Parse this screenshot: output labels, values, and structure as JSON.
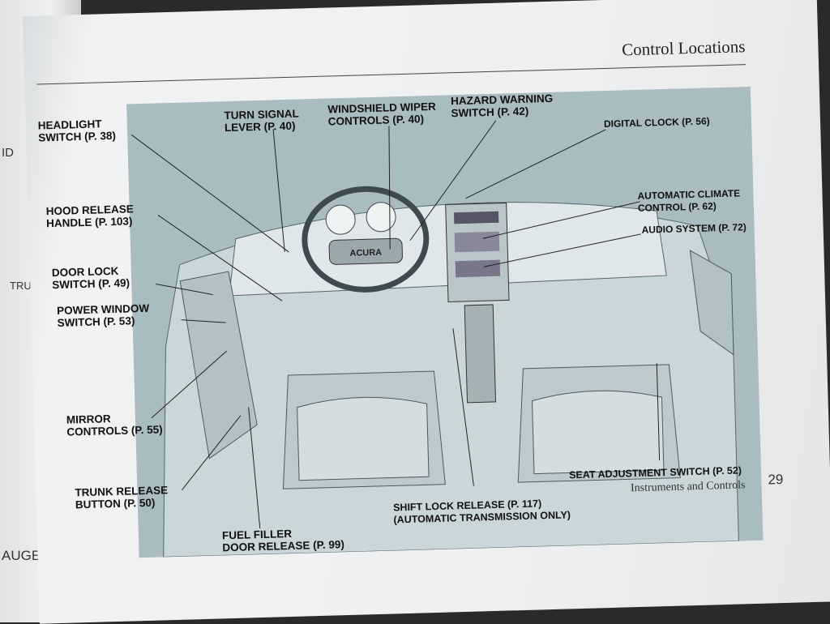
{
  "left_page": {
    "fragments": [
      "ID",
      "TRUNK",
      "AUGE"
    ]
  },
  "header": {
    "title": "Control Locations"
  },
  "labels": [
    "HEADLIGHT\nSWITCH (P. 38)",
    "TURN SIGNAL\nLEVER (P. 40)",
    "WINDSHIELD WIPER\nCONTROLS (P. 40)",
    "HAZARD WARNING\nSWITCH (P. 42)",
    "DIGITAL CLOCK (P. 56)",
    "HOOD RELEASE\nHANDLE (P. 103)",
    "AUTOMATIC CLIMATE\nCONTROL (P. 62)",
    "AUDIO SYSTEM (P. 72)",
    "DOOR LOCK\nSWITCH (P. 49)",
    "POWER WINDOW\nSWITCH (P. 53)",
    "MIRROR\nCONTROLS (P. 55)",
    "TRUNK RELEASE\nBUTTON (P. 50)",
    "FUEL FILLER\nDOOR RELEASE (P. 99)",
    "SHIFT LOCK RELEASE (P. 117)\n(AUTOMATIC TRANSMISSION ONLY)",
    "SEAT ADJUSTMENT SWITCH (P. 52)"
  ],
  "diagram": {
    "steering_badge": "ACURA"
  },
  "footer": {
    "section": "Instruments and Controls",
    "page_number": "29"
  }
}
